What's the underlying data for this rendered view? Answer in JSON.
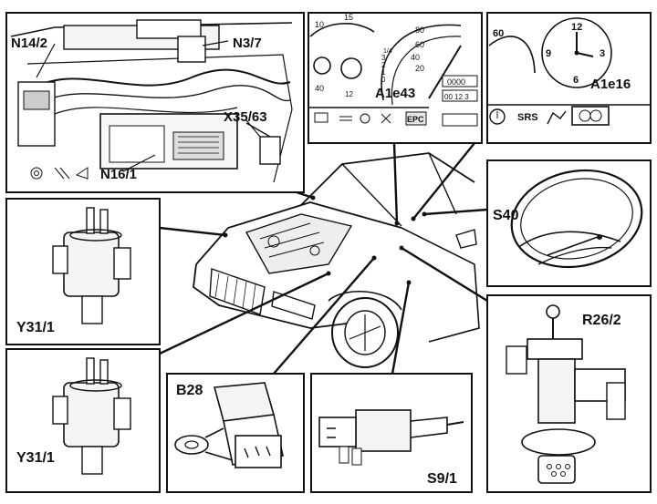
{
  "labels": {
    "n14_2": "N14/2",
    "n3_7": "N3/7",
    "x35_63": "X35/63",
    "n16_1": "N16/1",
    "a1e43": "A1e43",
    "a1e16": "A1e16",
    "s40": "S40",
    "y31_1_upper": "Y31/1",
    "y31_1_lower": "Y31/1",
    "b28": "B28",
    "s9_1": "S9/1",
    "r26_2": "R26/2"
  },
  "cluster_left": {
    "ticks_outer": [
      "10",
      "15"
    ],
    "ticks_right": [
      "80",
      "60",
      "40",
      "20"
    ],
    "ticks_small": [
      "1/4",
      "3",
      "2",
      "1",
      "0"
    ],
    "gauge_low": "40",
    "gauge_small": "12",
    "odometer": "0000",
    "trip": "00 12 3",
    "indicator": "EPC"
  },
  "cluster_right": {
    "tick_60": "60",
    "clock": [
      "12",
      "9",
      "3",
      "6"
    ],
    "srs": "SRS"
  }
}
